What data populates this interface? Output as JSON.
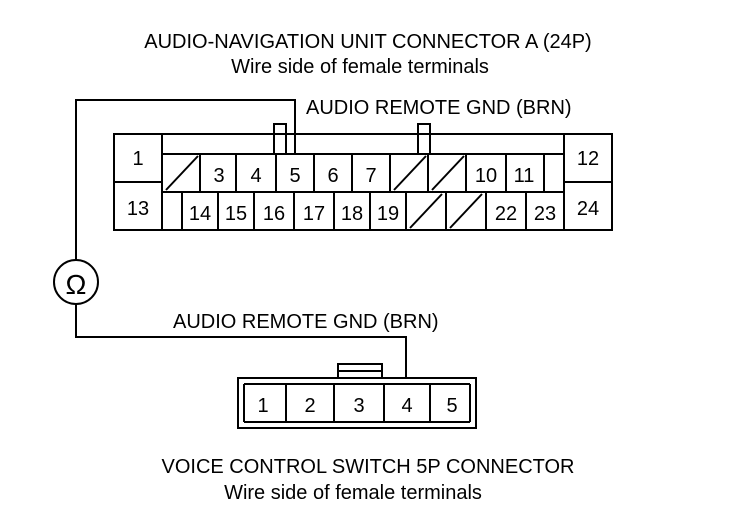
{
  "connector_a": {
    "title": "AUDIO-NAVIGATION UNIT CONNECTOR A (24P)",
    "subtitle": "Wire side of female terminals",
    "wire_label": "AUDIO REMOTE GND (BRN)",
    "top_row": [
      "1",
      "",
      "3",
      "4",
      "5",
      "6",
      "7",
      "",
      "",
      "10",
      "11",
      "12"
    ],
    "bottom_row": [
      "13",
      "14",
      "15",
      "16",
      "17",
      "18",
      "19",
      "",
      "",
      "22",
      "23",
      "24"
    ]
  },
  "connector_b": {
    "title": "VOICE CONTROL SWITCH 5P CONNECTOR",
    "subtitle": "Wire side of female terminals",
    "wire_label": "AUDIO REMOTE GND (BRN)",
    "terminals": [
      "1",
      "2",
      "3",
      "4",
      "5"
    ]
  },
  "meter": {
    "symbol": "Ω"
  }
}
